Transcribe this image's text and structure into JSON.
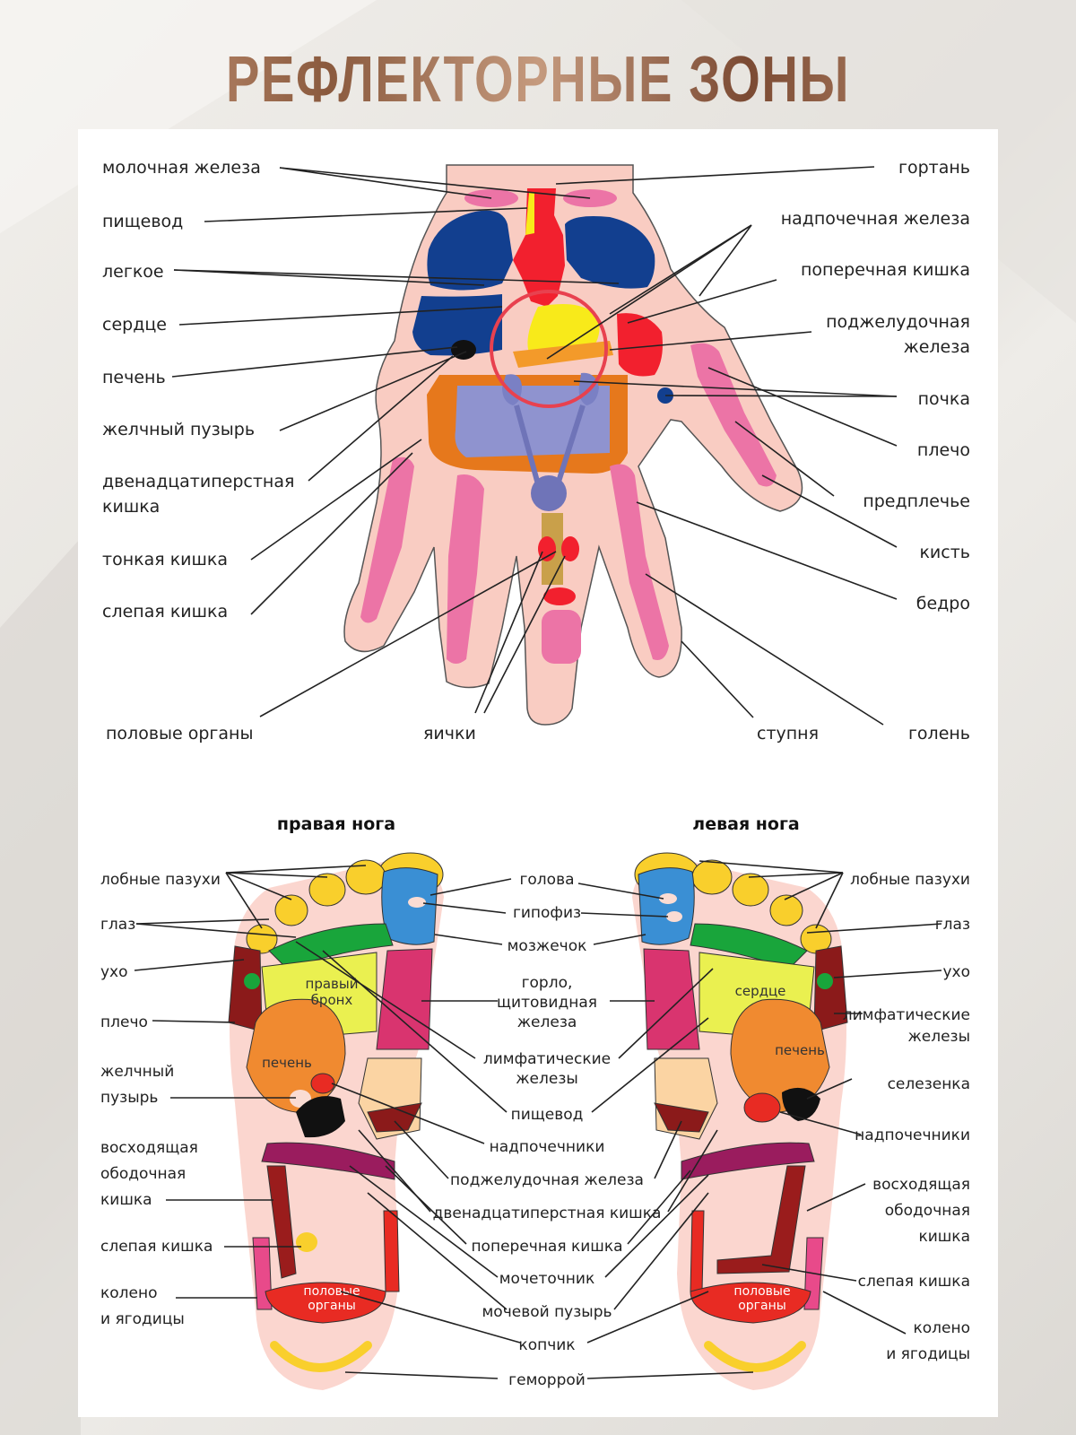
{
  "title": "РЕФЛЕКТОРНЫЕ ЗОНЫ",
  "hand": {
    "left": [
      "молочная железа",
      "пищевод",
      "легкое",
      "сердце",
      "печень",
      "желчный пузырь",
      "двенадцатиперстная",
      "кишка",
      "тонкая кишка",
      "слепая кишка"
    ],
    "right": [
      "гортань",
      "надпочечная железа",
      "поперечная кишка",
      "поджелудочная",
      "железа",
      "почка",
      "плечо",
      "предплечье",
      "кисть",
      "бедро"
    ],
    "bottom": [
      "половые органы",
      "яички",
      "ступня",
      "голень"
    ]
  },
  "feet": {
    "right_title": "правая нога",
    "left_title": "левая нога",
    "left_labels": [
      "лобные пазухи",
      "глаз",
      "ухо",
      "плечо",
      "желчный",
      "пузырь",
      "восходящая",
      "ободочная",
      "кишка",
      "слепая кишка",
      "колено",
      "и ягодицы"
    ],
    "center_labels": [
      "голова",
      "гипофиз",
      "мозжечок",
      "горло,",
      "щитовидная",
      "железа",
      "лимфатические",
      "железы",
      "пищевод",
      "надпочечники",
      "поджелудочная железа",
      "двенадцатиперстная кишка",
      "поперечная кишка",
      "мочеточник",
      "мочевой пузырь",
      "копчик",
      "геморрой"
    ],
    "right_labels": [
      "лобные пазухи",
      "глаз",
      "ухо",
      "лимфатические",
      "железы",
      "селезенка",
      "надпочечники",
      "восходящая",
      "ободочная",
      "кишка",
      "слепая кишка",
      "колено",
      "и ягодицы"
    ],
    "inside_right": [
      "правый",
      "бронх",
      "печень",
      "половые",
      "органы"
    ],
    "inside_left": [
      "сердце",
      "печень",
      "половые",
      "органы"
    ]
  },
  "colors": {
    "title_dark": "#7b4a33",
    "skin": "#f7c9c1",
    "blue": "#123f8f",
    "red": "#f2202e",
    "yellow": "#f8ea1a",
    "orange": "#e6781c",
    "lavender": "#8f93cf",
    "pink": "#e8649b",
    "green": "#19a53b",
    "gold": "#f9cf2c"
  }
}
